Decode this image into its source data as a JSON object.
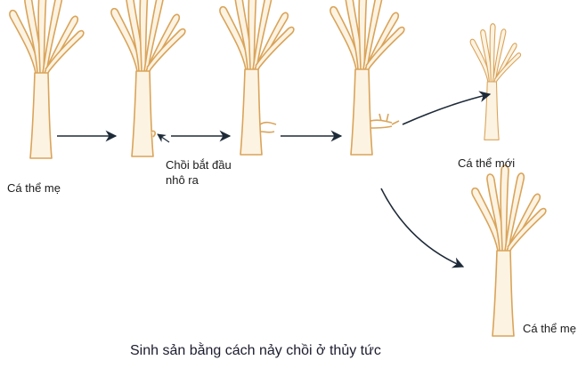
{
  "labels": {
    "mother_start": "Cá thể mẹ",
    "bud_line1": "Chồi bắt đầu",
    "bud_line2": "nhô ra",
    "new_individual": "Cá thể mới",
    "mother_end": "Cá thể mẹ"
  },
  "caption": "Sinh sản bằng cách nảy chồi ở thủy tức",
  "colors": {
    "body_stroke": "#d9a45a",
    "body_fill": "#fdf3e2",
    "arrow": "#1e2a38",
    "text": "#1a1a1a"
  }
}
